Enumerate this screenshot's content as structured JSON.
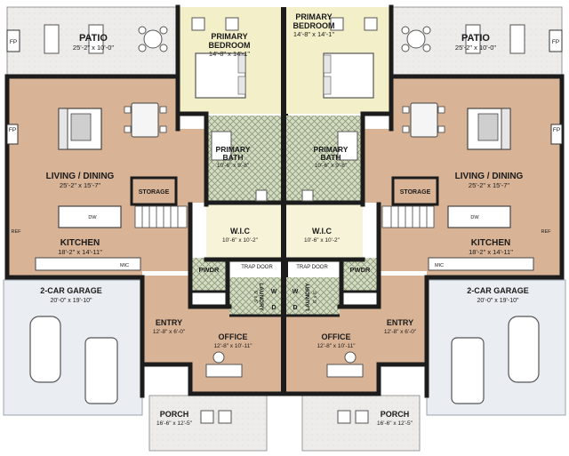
{
  "colors": {
    "wood_floor": "#d9b396",
    "bedroom_floor": "#f3efc8",
    "closet_floor": "#f7f3d8",
    "patio": "#ecebe8",
    "garage": "#eaedf1",
    "tile": "#cfd7c0",
    "wall": "#1c1c1c"
  },
  "rooms": {
    "patio": {
      "name": "PATIO",
      "dims": "25'-2\" x 10'-0\""
    },
    "primary_bedroom": {
      "name_line1": "PRIMARY",
      "name_line2": "BEDROOM",
      "dims": "14'-8\" x 14'-1\""
    },
    "primary_bath": {
      "name_line1": "PRIMARY",
      "name_line2": "BATH",
      "dims": "10'-6\" x 9'-8\""
    },
    "living_dining": {
      "name": "LIVING / DINING",
      "dims": "25'-2\" x 15'-7\""
    },
    "storage": {
      "name": "STORAGE"
    },
    "wic": {
      "name": "W.I.C",
      "dims": "10'-6\" x 10'-2\""
    },
    "kitchen": {
      "name": "KITCHEN",
      "dims": "18'-2\" x 14'-11\""
    },
    "garage": {
      "name": "2-CAR GARAGE",
      "dims": "20'-0\" x 19'-10\""
    },
    "pwdr": {
      "name": "PWDR"
    },
    "trap_door": {
      "name": "TRAP DOOR"
    },
    "laundry": {
      "name": "LAUNDRY",
      "dims": "6' x 6'"
    },
    "entry": {
      "name": "ENTRY",
      "dims": "12'-8\" x 6'-0\""
    },
    "office": {
      "name": "OFFICE",
      "dims": "12'-8\" x 10'-11\""
    },
    "porch": {
      "name": "PORCH",
      "dims": "16'-6\" x 12'-5\""
    }
  },
  "fixtures": {
    "fireplace": "FP",
    "refrigerator": "REF",
    "dishwasher": "DW",
    "microwave": "MIC",
    "washer": "W",
    "dryer": "D"
  }
}
